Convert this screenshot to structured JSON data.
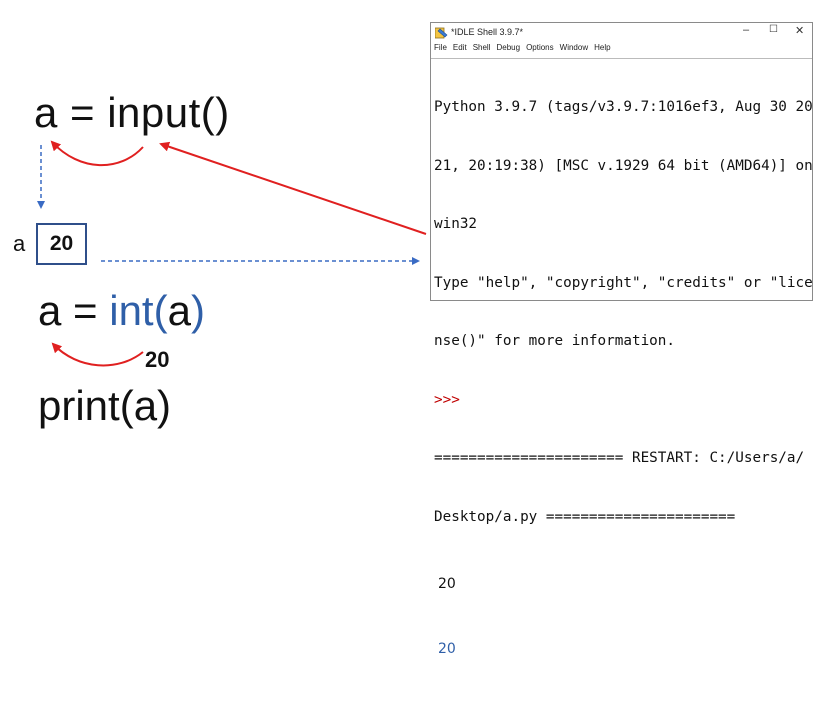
{
  "code": {
    "line1": "a = input()",
    "line2_prefix": "a = ",
    "line2_func": "int(",
    "line2_arg": "a",
    "line2_close": ")",
    "line3": "print(a)"
  },
  "variable": {
    "name": "a",
    "value": "20"
  },
  "converted_value": "20",
  "idle": {
    "title": "*IDLE Shell 3.9.7*",
    "menu": [
      "File",
      "Edit",
      "Shell",
      "Debug",
      "Options",
      "Window",
      "Help"
    ],
    "shell_lines": [
      "Python 3.9.7 (tags/v3.9.7:1016ef3, Aug 30 20",
      "21, 20:19:38) [MSC v.1929 64 bit (AMD64)] on",
      "win32",
      "Type \"help\", \"copyright\", \"credits\" or \"lice",
      "nse()\" for more information."
    ],
    "prompt": ">>>",
    "restart_lines": [
      "====================== RESTART: C:/Users/a/",
      "Desktop/a.py ======================"
    ],
    "input_echo": "20",
    "output": "20"
  },
  "colors": {
    "arrow_red": "#e02020",
    "dashed_blue": "#3a6bc4",
    "int_blue": "#2f5fa8",
    "box_border": "#2f4f8a"
  }
}
